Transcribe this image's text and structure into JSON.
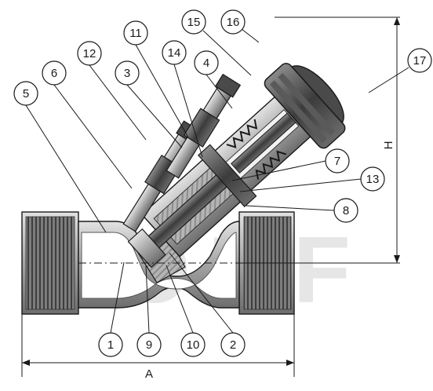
{
  "watermark": "KORF",
  "callouts": [
    {
      "id": "1",
      "label": "1"
    },
    {
      "id": "2",
      "label": "2"
    },
    {
      "id": "3",
      "label": "3"
    },
    {
      "id": "4",
      "label": "4"
    },
    {
      "id": "5",
      "label": "5"
    },
    {
      "id": "6",
      "label": "6"
    },
    {
      "id": "7",
      "label": "7"
    },
    {
      "id": "8",
      "label": "8"
    },
    {
      "id": "9",
      "label": "9"
    },
    {
      "id": "10",
      "label": "10"
    },
    {
      "id": "11",
      "label": "11"
    },
    {
      "id": "12",
      "label": "12"
    },
    {
      "id": "13",
      "label": "13"
    },
    {
      "id": "14",
      "label": "14"
    },
    {
      "id": "15",
      "label": "15"
    },
    {
      "id": "16",
      "label": "16"
    },
    {
      "id": "17",
      "label": "17"
    }
  ],
  "dimensions": {
    "height_label": "H",
    "width_label": "A"
  },
  "colors": {
    "line": "#1a1a1a",
    "steel": "#9a9a9a",
    "steel_dark": "#5e5e5e",
    "steel_light": "#d0d0d0",
    "watermark": "#e6e6e6"
  }
}
